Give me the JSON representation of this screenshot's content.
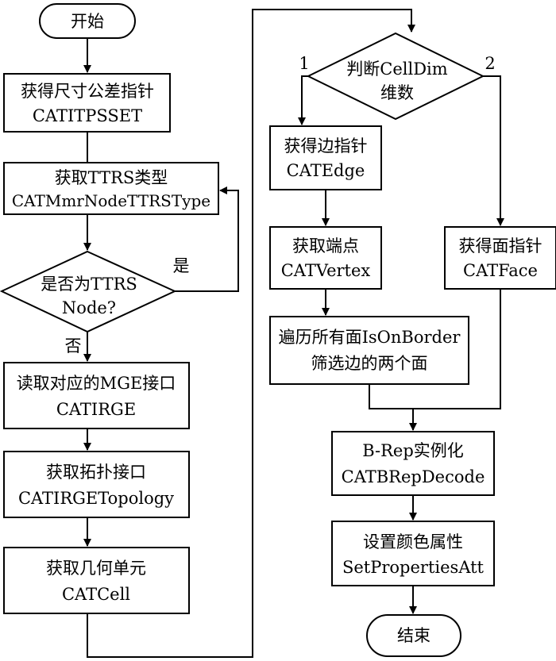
{
  "flowchart": {
    "start": "开始",
    "step_get_tolerance": {
      "line1": "获得尺寸公差指针",
      "line2": "CATITPSSET"
    },
    "step_get_ttrs_type": {
      "line1": "获取TTRS类型",
      "line2": "CATMmrNodeTTRSType"
    },
    "decision_ttrs_node": {
      "line1": "是否为TTRS",
      "line2": "Node?"
    },
    "label_yes": "是",
    "label_no": "否",
    "step_read_mge": {
      "line1": "读取对应的MGE接口",
      "line2": "CATIRGE"
    },
    "step_get_topology": {
      "line1": "获取拓扑接口",
      "line2": "CATIRGETopology"
    },
    "step_get_cell": {
      "line1": "获取几何单元",
      "line2": "CATCell"
    },
    "decision_celldim": {
      "line1": "判断CellDim",
      "line2": "维数"
    },
    "label_branch_1": "1",
    "label_branch_2": "2",
    "step_get_edge": {
      "line1": "获得边指针",
      "line2": "CATEdge"
    },
    "step_get_vertex": {
      "line1": "获取端点",
      "line2": "CATVertex"
    },
    "step_filter_faces": {
      "line1": "遍历所有面IsOnBorder",
      "line2": "筛选边的两个面"
    },
    "step_get_face": {
      "line1": "获得面指针",
      "line2": "CATFace"
    },
    "step_brep_decode": {
      "line1": "B-Rep实例化",
      "line2": "CATBRepDecode"
    },
    "step_set_color": {
      "line1": "设置颜色属性",
      "line2": "SetPropertiesAtt"
    },
    "end": "结束"
  }
}
